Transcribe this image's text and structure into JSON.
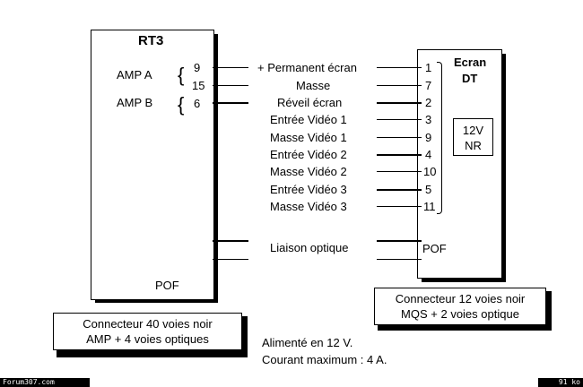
{
  "rt3": {
    "title": "RT3",
    "amp_a": "AMP A",
    "amp_b": "AMP B",
    "pins": [
      "9",
      "15",
      "6"
    ],
    "pof": "POF"
  },
  "ecran": {
    "title_line1": "Ecran",
    "title_line2": "DT",
    "pins": [
      "1",
      "7",
      "2",
      "3",
      "9",
      "4",
      "10",
      "5",
      "11"
    ],
    "nr_line1": "12V",
    "nr_line2": "NR",
    "pof": "POF"
  },
  "signals": [
    "+ Permanent écran",
    "Masse",
    "Réveil écran",
    "Entrée Vidéo 1",
    "Masse Vidéo 1",
    "Entrée Vidéo 2",
    "Masse Vidéo 2",
    "Entrée Vidéo 3",
    "Masse Vidéo 3"
  ],
  "optical_link": "Liaison optique",
  "rt3_connector": {
    "line1": "Connecteur 40 voies noir",
    "line2": "AMP + 4 voies optiques"
  },
  "ecran_connector": {
    "line1": "Connecteur  12 voies noir",
    "line2": "MQS + 2 voies optique"
  },
  "power_note": {
    "line1": "Alimenté en 12 V.",
    "line2": "Courant maximum : 4 A."
  },
  "footer": {
    "left": "Forum307.com",
    "right": "91 ko"
  }
}
